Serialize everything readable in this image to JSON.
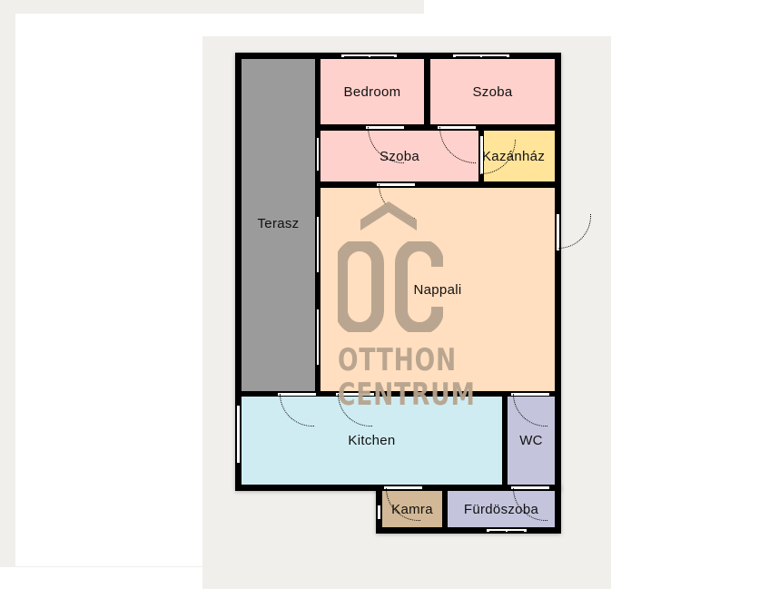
{
  "floorplan": {
    "rooms": [
      {
        "id": "terasz",
        "label": "Terasz",
        "color": "#9b9b9b"
      },
      {
        "id": "bedroom",
        "label": "Bedroom",
        "color": "#ffd1cc"
      },
      {
        "id": "szoba_top",
        "label": "Szoba",
        "color": "#ffd1cc"
      },
      {
        "id": "szoba_mid",
        "label": "Szoba",
        "color": "#ffd1cc"
      },
      {
        "id": "kazanhaz",
        "label": "Kazánház",
        "color": "#ffe49a"
      },
      {
        "id": "nappali",
        "label": "Nappali",
        "color": "#ffdfbf"
      },
      {
        "id": "kitchen",
        "label": "Kitchen",
        "color": "#cfecf2"
      },
      {
        "id": "wc",
        "label": "WC",
        "color": "#c4c4dc"
      },
      {
        "id": "kamra",
        "label": "Kamra",
        "color": "#d2b896"
      },
      {
        "id": "furdoszoba",
        "label": "Fürdöszoba",
        "color": "#c4c4dc"
      }
    ],
    "watermark": {
      "monogram": "ÔC",
      "line1": "OTTHON",
      "line2": "CENTRUM",
      "color": "#b7a48e"
    },
    "wall_color": "#000000",
    "background_color": "#f0efeb"
  }
}
